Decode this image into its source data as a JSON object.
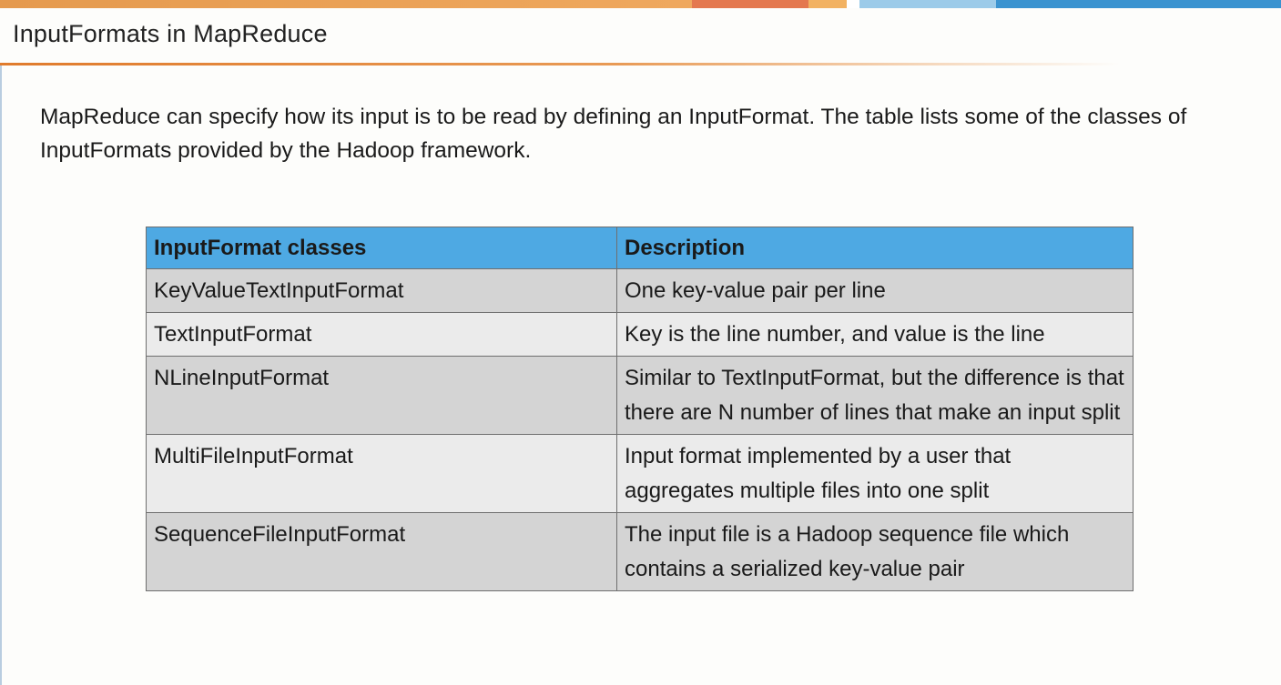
{
  "slide": {
    "title": "InputFormats in MapReduce",
    "intro": "MapReduce can specify how its input is to be read by defining an InputFormat. The table lists some of the classes of InputFormats provided by the Hadoop framework."
  },
  "table": {
    "headers": [
      "InputFormat classes",
      "Description"
    ],
    "rows": [
      {
        "class": "KeyValueTextInputFormat",
        "description": "One key-value pair per line"
      },
      {
        "class": "TextInputFormat",
        "description": "Key is the line number, and value is the line"
      },
      {
        "class": "NLineInputFormat",
        "description": "Similar to TextInputFormat, but the difference is that there are N number of lines that make an input split"
      },
      {
        "class": "MultiFileInputFormat",
        "description": "Input format implemented by a user that aggregates multiple files into one split"
      },
      {
        "class": "SequenceFileInputFormat",
        "description": "The input file is a Hadoop sequence file which contains a serialized key-value pair"
      }
    ]
  },
  "colors": {
    "header_blue": "#4ea9e3",
    "title_rule_orange": "#e07b2c",
    "row_dark": "#d4d4d4",
    "row_light": "#ebebeb"
  }
}
